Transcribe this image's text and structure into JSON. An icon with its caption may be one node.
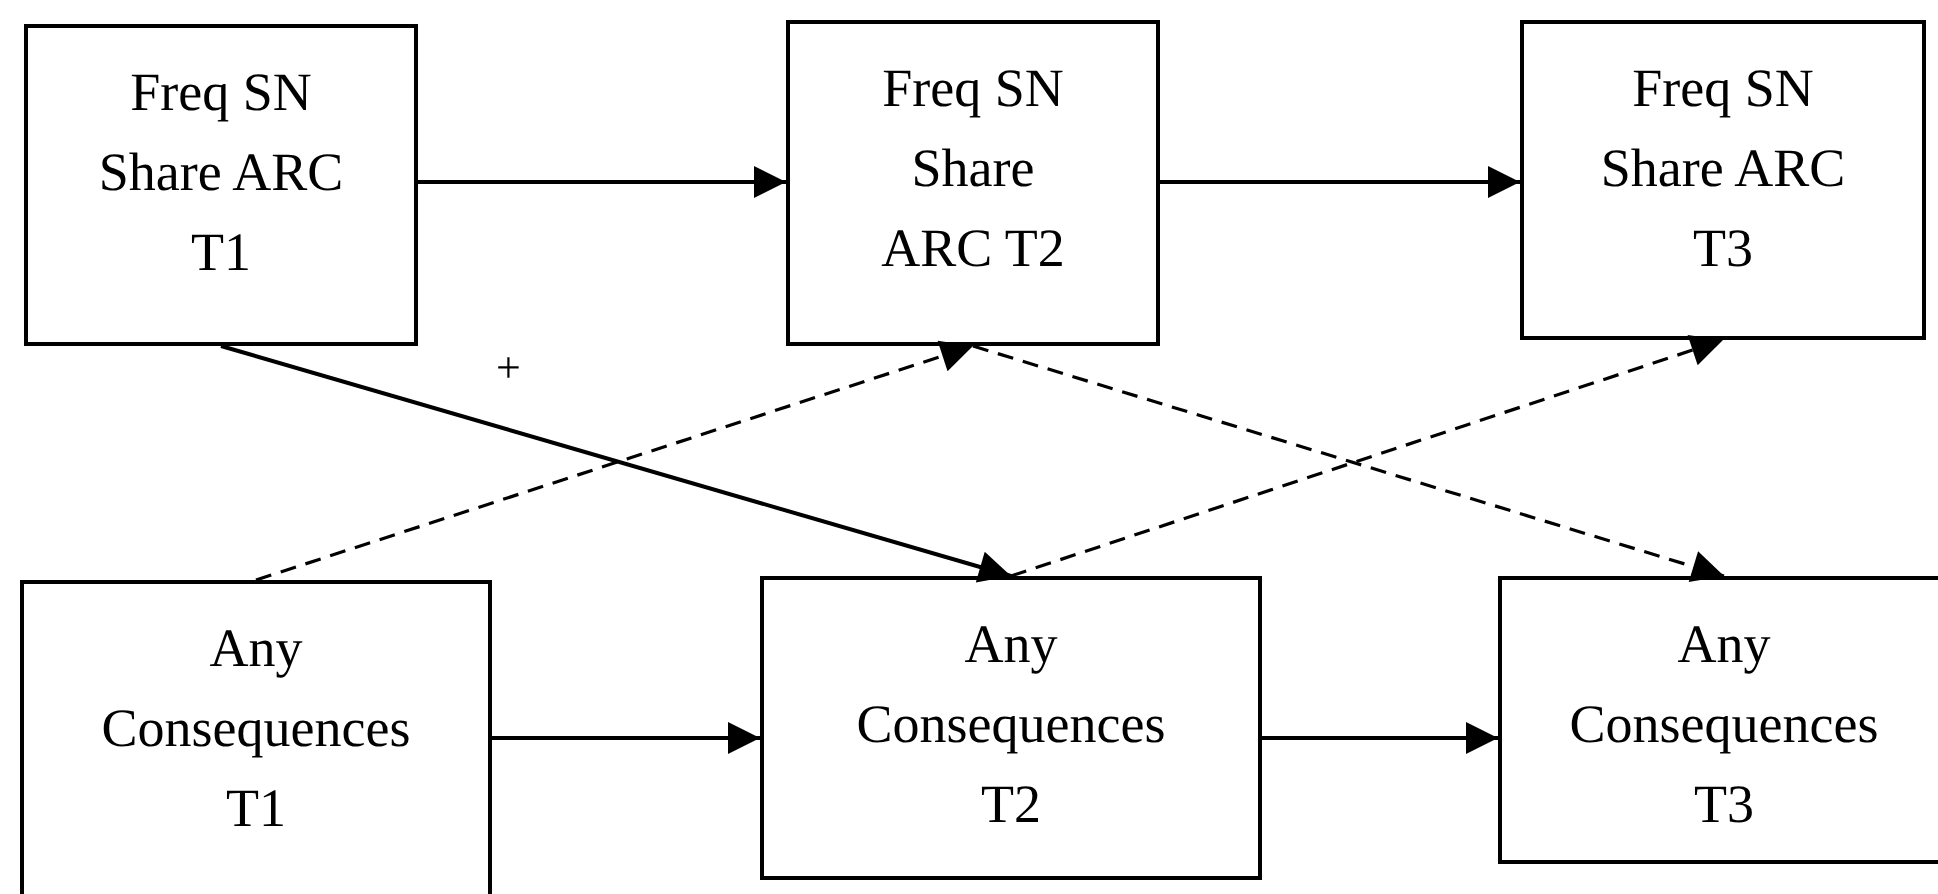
{
  "diagram": {
    "nodes": [
      {
        "text": [
          "Freq SN Share ARC T1"
        ]
      },
      {
        "text": [
          "Freq SN Share ARC T2"
        ]
      },
      {
        "text": [
          "Freq SN Share ARC T3"
        ]
      },
      {
        "text": [
          "Any Consequences T1"
        ]
      },
      {
        "text": [
          "Any Consequences T2"
        ]
      },
      {
        "text": [
          "Any Consequences T3"
        ]
      }
    ],
    "edges": [
      {
        "from": 0,
        "to": 1,
        "arrow": "to"
      },
      {
        "from": 1,
        "to": 2,
        "arrow": "to"
      },
      {
        "from": 0,
        "to": 4,
        "arrow": "to",
        "label": "+"
      },
      {
        "from": 3,
        "to": 1,
        "arrow": "to",
        "style": "dashed"
      },
      {
        "from": 1,
        "to": 5,
        "arrow": "to",
        "style": "dashed"
      },
      {
        "from": 4,
        "to": 2,
        "arrow": "to",
        "style": "dashed"
      },
      {
        "from": 3,
        "to": 4,
        "arrow": "to"
      },
      {
        "from": 4,
        "to": 5,
        "arrow": "to"
      }
    ]
  }
}
